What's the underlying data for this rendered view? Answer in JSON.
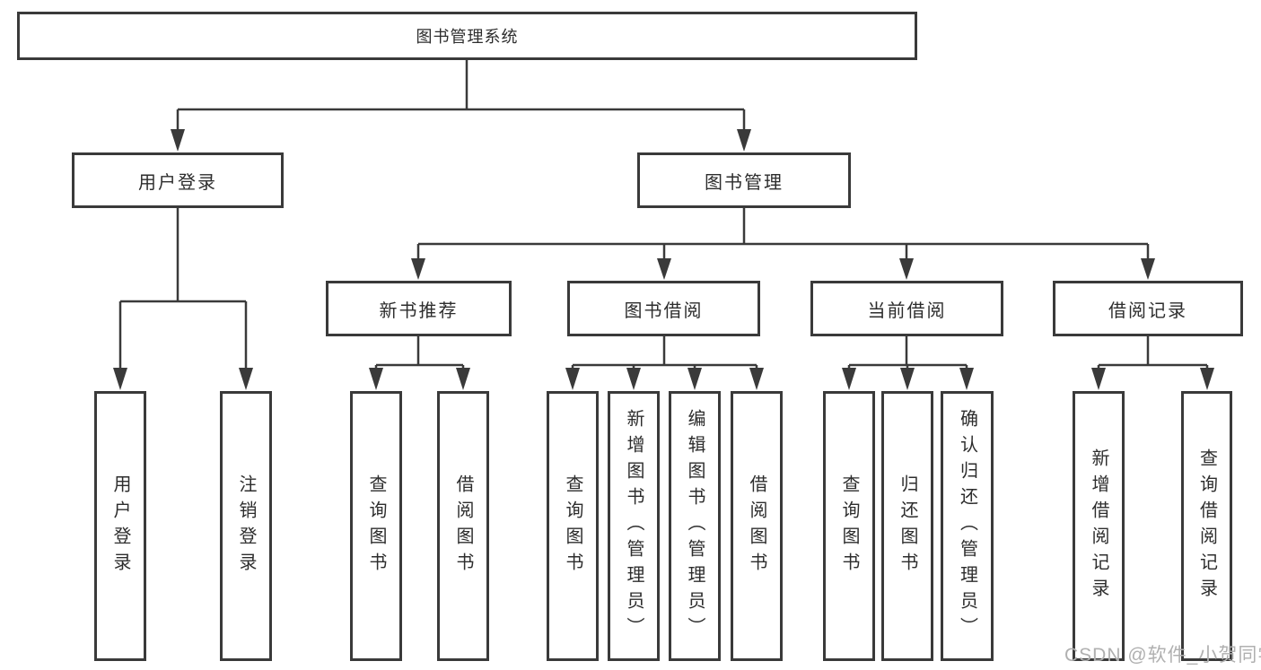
{
  "diagram": {
    "type": "hierarchy-tree",
    "colors": {
      "line": "#3a3a3a",
      "text": "#2d2d2d",
      "watermark": "#b0b0b0",
      "background": "#ffffff"
    }
  },
  "tree": {
    "label": "图书管理系统",
    "children": [
      {
        "label": "用户登录",
        "children": [
          {
            "label": "用户登录"
          },
          {
            "label": "注销登录"
          }
        ]
      },
      {
        "label": "图书管理",
        "children": [
          {
            "label": "新书推荐",
            "children": [
              {
                "label": "查询图书"
              },
              {
                "label": "借阅图书"
              }
            ]
          },
          {
            "label": "图书借阅",
            "children": [
              {
                "label": "查询图书"
              },
              {
                "label": "新增图书（管理员）"
              },
              {
                "label": "编辑图书（管理员）"
              },
              {
                "label": "借阅图书"
              }
            ]
          },
          {
            "label": "当前借阅",
            "children": [
              {
                "label": "查询图书"
              },
              {
                "label": "归还图书"
              },
              {
                "label": "确认归还（管理员）"
              }
            ]
          },
          {
            "label": "借阅记录",
            "children": [
              {
                "label": "新增借阅记录"
              },
              {
                "label": "查询借阅记录"
              }
            ]
          }
        ]
      }
    ]
  },
  "watermark": "CSDN @软件_小贺同学"
}
